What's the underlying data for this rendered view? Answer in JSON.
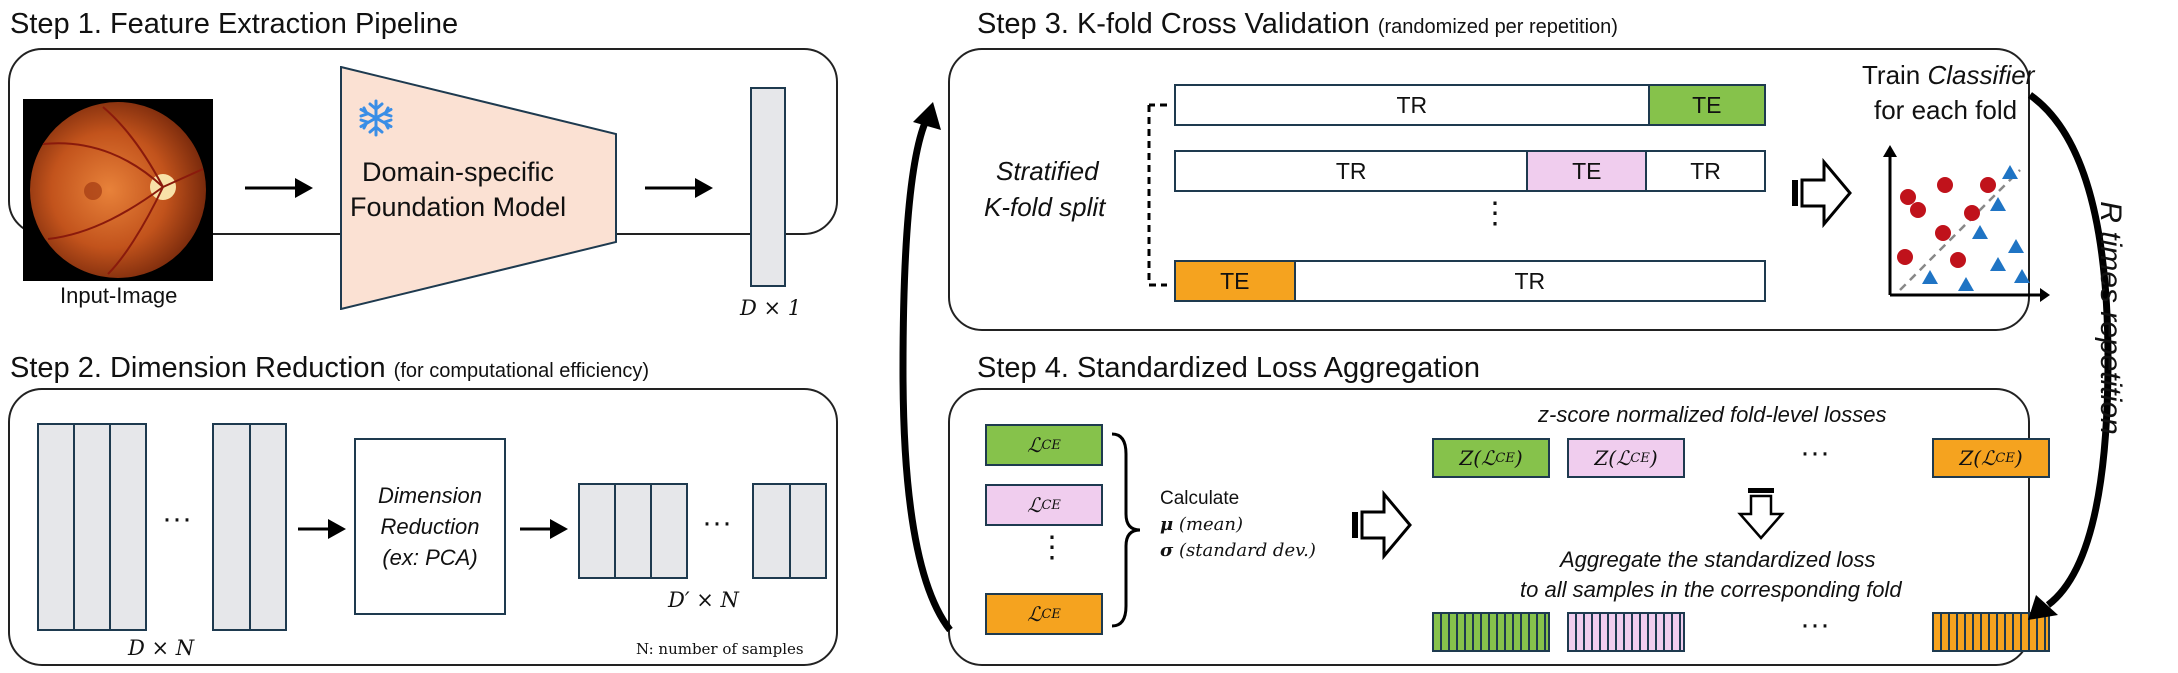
{
  "step1": {
    "title": "Step 1. Feature Extraction Pipeline",
    "input_label": "Input-Image",
    "model_line1": "Domain-specific",
    "model_line2": "Foundation Model",
    "model_icon": "snowflake-icon",
    "output_dim": "D × 1"
  },
  "step2": {
    "title": "Step 2. Dimension Reduction",
    "subtitle": "(for computational efficiency)",
    "input_dim": "D × N",
    "ellipsis": "···",
    "reduction_line1": "Dimension",
    "reduction_line2": "Reduction",
    "reduction_line3": "(ex: PCA)",
    "output_dim": "D′ × N",
    "note": "N: number of samples"
  },
  "step3": {
    "title": "Step 3. K-fold Cross Validation",
    "subtitle": "(randomized per repetition)",
    "split_line1": "Stratified",
    "split_line2": "K-fold split",
    "folds": [
      [
        {
          "label": "TR",
          "color": "white",
          "w": 0.802
        },
        {
          "label": "TE",
          "color": "green",
          "w": 0.198
        }
      ],
      [
        {
          "label": "TR",
          "color": "white",
          "w": 0.596
        },
        {
          "label": "TE",
          "color": "pink",
          "w": 0.202
        },
        {
          "label": "TR",
          "color": "white",
          "w": 0.202
        }
      ],
      [
        {
          "label": "TE",
          "color": "orange",
          "w": 0.2
        },
        {
          "label": "TR",
          "color": "white",
          "w": 0.8
        }
      ]
    ],
    "vertical_ellipsis": "⋮",
    "train_line1a": "Train ",
    "train_line1b": "Classifier",
    "train_line2": "for each fold"
  },
  "step4": {
    "title": "Step 4. Standardized Loss Aggregation",
    "loss_label": "ℒCE",
    "loss_main": "ℒ",
    "loss_sub": "CE",
    "vertical_ellipsis": "⋮",
    "calc_title": "Calculate",
    "calc_mu": "μ",
    "calc_mu_note": "(mean)",
    "calc_sigma": "σ",
    "calc_sigma_note": "(standard dev.)",
    "zscore_title": "z-score normalized fold-level losses",
    "z_label": "Z(ℒCE)",
    "z_pre": "Z(ℒ",
    "z_sub": "CE",
    "z_post": ")",
    "ellipsis": "···",
    "aggregate_line1": "Aggregate the standardized loss",
    "aggregate_line2": "to all samples in the corresponding fold"
  },
  "repeat_label": "R times repetition",
  "colors": {
    "green": "#86c24b",
    "pink": "#f0cdee",
    "orange": "#f5a31f",
    "model": "#fbe1d3",
    "snowflake": "#3a8ee6",
    "red": "#c0121b",
    "blue": "#1f74c4"
  }
}
